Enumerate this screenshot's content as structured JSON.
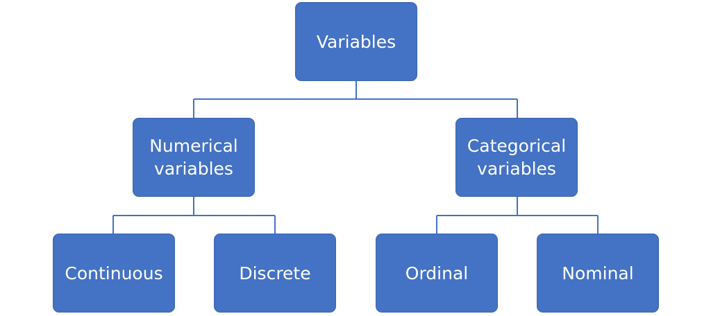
{
  "diagram": {
    "root": {
      "label": "Variables"
    },
    "numerical": {
      "label": "Numerical\nvariables"
    },
    "categorical": {
      "label": "Categorical\nvariables"
    },
    "continuous": {
      "label": "Continuous"
    },
    "discrete": {
      "label": "Discrete"
    },
    "ordinal": {
      "label": "Ordinal"
    },
    "nominal": {
      "label": "Nominal"
    }
  },
  "colors": {
    "node_fill": "#4472c4",
    "connector": "#4472c4"
  }
}
